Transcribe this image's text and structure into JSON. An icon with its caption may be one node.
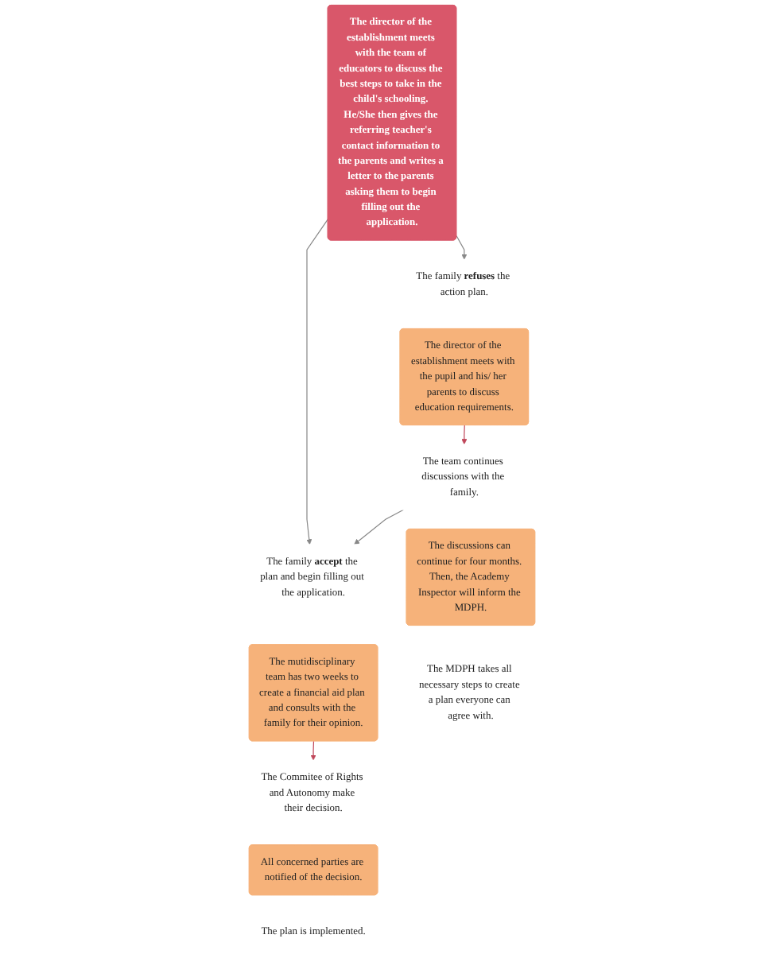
{
  "diagram": {
    "nodes": [
      {
        "text": [
          "The director of the establishment meets with the team of educators to discuss the best steps to take in the child's schooling. He/She then gives the referring teacher's contact information to the parents and writes a letter to the parents asking them to begin filling out the application."
        ]
      },
      {
        "text": [
          "The family **accept** the plan and begin filling out the application."
        ]
      },
      {
        "text": [
          "The mutidisciplinary team has two weeks to create a financial aid plan and consults with the family for their opinion."
        ]
      },
      {
        "text": [
          "The Commitee of Rights and Autonomy make their decision."
        ]
      },
      {
        "text": [
          "All concerned parties are notified of the decision."
        ]
      },
      {
        "text": [
          "The plan is implemented."
        ]
      },
      {
        "text": [
          "The family **refuses** the action plan."
        ]
      },
      {
        "text": [
          "The director of the establishment meets with the pupil and his/ her parents to discuss education requirements."
        ]
      },
      {
        "text": [
          "The team continues discussions with the family."
        ]
      },
      {
        "text": [
          "The discussions can continue for four months. Then, the Academy Inspector will inform the MDPH."
        ]
      },
      {
        "text": [
          "The MDPH takes all necessary steps to create a plan everyone can agree with."
        ]
      }
    ],
    "edges": [
      {
        "from": 0,
        "to": 1,
        "arrow": "to"
      },
      {
        "from": 0,
        "to": 6,
        "arrow": "to"
      },
      {
        "from": 2,
        "to": 3,
        "arrow": "to",
        "color": "#c0475a"
      },
      {
        "from": 7,
        "to": 8,
        "arrow": "to",
        "color": "#c0475a"
      },
      {
        "from": 8,
        "to": 1,
        "arrow": "to"
      }
    ]
  }
}
